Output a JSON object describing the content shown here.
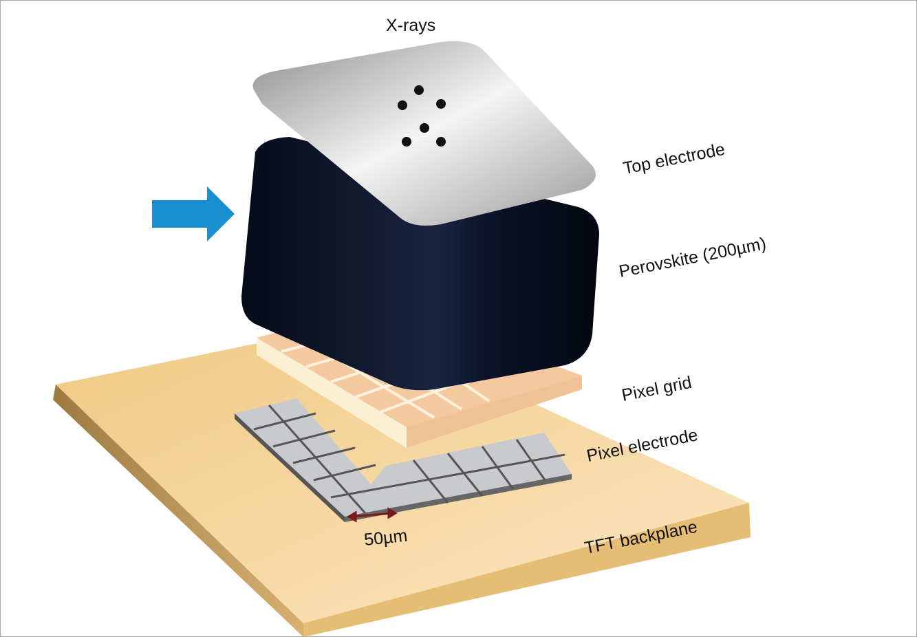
{
  "diagram": {
    "title": "X-rays",
    "layers": [
      {
        "id": "top-electrode",
        "label": "Top electrode",
        "color": "#bfbfbf"
      },
      {
        "id": "perovskite",
        "label": "Perovskite (200µm)",
        "color": "#0b1226"
      },
      {
        "id": "pixel-grid",
        "label": "Pixel grid",
        "color": "#f2c49a"
      },
      {
        "id": "pixel-electrode",
        "label": "Pixel electrode",
        "color": "#c9cbcf"
      },
      {
        "id": "tft-backplane",
        "label": "TFT backplane",
        "color": "#f0cf8e"
      }
    ],
    "dimension_label": "50µm",
    "arrow_color": "#1a8fd0",
    "dimension_arrow_color": "#7a1a1a"
  }
}
